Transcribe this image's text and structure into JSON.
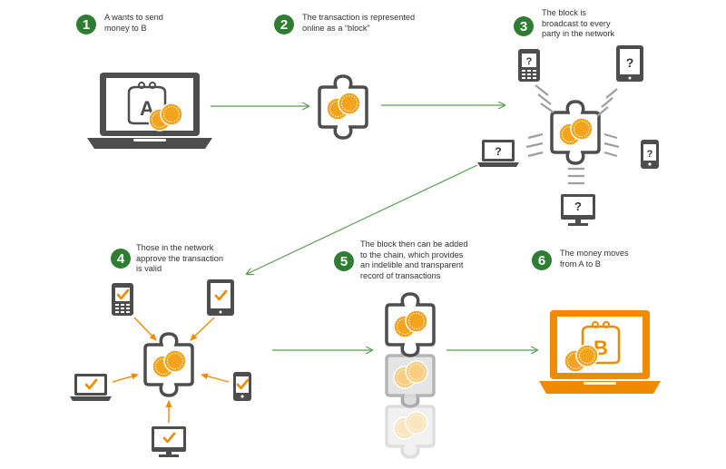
{
  "colors": {
    "step_number_bg": "#2f7d32",
    "arrow_green": "#5a9e52",
    "arrow_orange": "#f08a00",
    "device_gray": "#4d4d4d",
    "coin_orange": "#f4a31c",
    "check_orange": "#f08a00"
  },
  "steps": [
    {
      "number": "1",
      "lines": [
        "A wants to send",
        "money to B"
      ]
    },
    {
      "number": "2",
      "lines": [
        "The transaction is represented",
        "online as a “block”"
      ]
    },
    {
      "number": "3",
      "lines": [
        "The block is",
        "broadcast to every",
        "party in the network"
      ]
    },
    {
      "number": "4",
      "lines": [
        "Those in the network",
        "approve the transaction",
        "is valid"
      ]
    },
    {
      "number": "5",
      "lines": [
        "The block then can be added",
        "to the chain, which provides",
        "an indelible and transparent",
        "record of transactions"
      ]
    },
    {
      "number": "6",
      "lines": [
        "The money moves",
        "from A to B"
      ]
    }
  ],
  "labels": {
    "purse_a": "A",
    "purse_b": "B",
    "unknown": "?"
  }
}
